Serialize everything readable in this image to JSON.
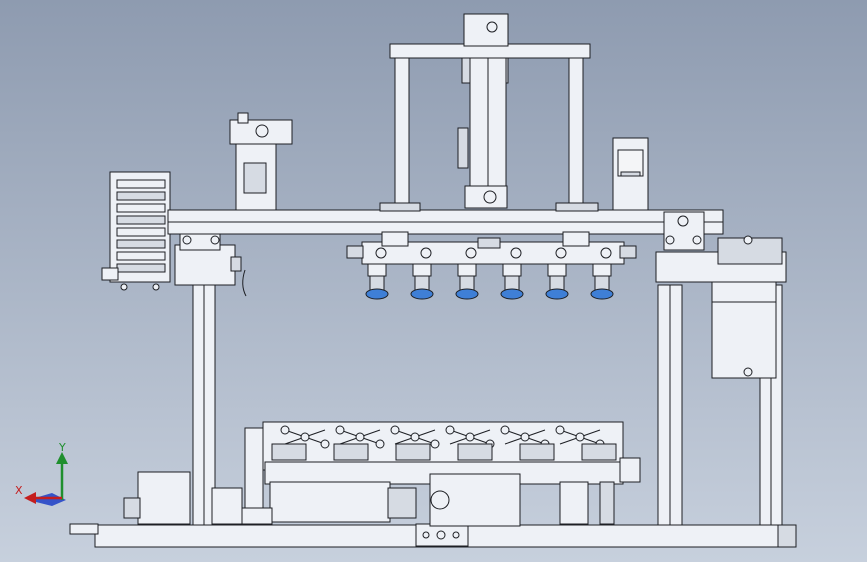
{
  "viewport": {
    "background_top": "#8e9bb0",
    "background_bottom": "#c7d0dd"
  },
  "colors": {
    "part_fill": "#eef1f6",
    "part_fill_dark": "#d6dbe3",
    "edge": "#1d1f24",
    "suction_cup": "#3f7fd6",
    "axis_x": "#c41e1e",
    "axis_y": "#1f8f2e",
    "axis_z": "#2646c8",
    "display_screen": "#f4f5f7"
  },
  "triad": {
    "x_label": "X",
    "y_label": "Y"
  },
  "model": {
    "suction_cup_count": 6,
    "roller_link_count": 6,
    "roller_carriage_count": 6,
    "upper_guide_rod_count": 2,
    "lower_support_column_count": 4
  }
}
